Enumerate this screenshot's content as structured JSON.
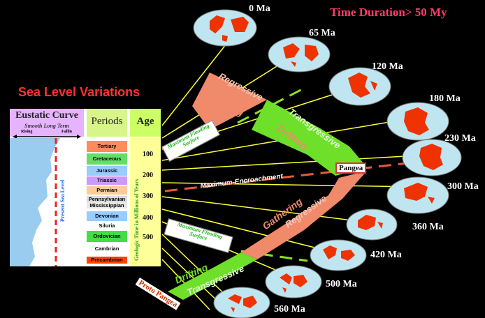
{
  "header": {
    "title": "Time Duration> 50 My"
  },
  "sea_level": {
    "title": "Sea Level Variations"
  },
  "eustatic": {
    "title": "Eustatic Curve",
    "subtitle": "Smooth Long Term",
    "rising": "Rising",
    "falling": "Fallin",
    "axis_label": "Present Sea Level"
  },
  "periods": {
    "title": "Periods",
    "items": [
      {
        "name": "Tertiary",
        "color": "#ff8c5a"
      },
      {
        "name": "Cretaceous",
        "color": "#66dd66"
      },
      {
        "name": "Jurassic",
        "color": "#99ccff"
      },
      {
        "name": "Triassic",
        "color": "#cc99ff"
      },
      {
        "name": "Permian",
        "color": "#ffcc99"
      },
      {
        "name": "Pennsylvanian",
        "color": "#dddddd"
      },
      {
        "name": "Mississippian",
        "color": "#e8e8e8"
      },
      {
        "name": "Devonian",
        "color": "#99ccff"
      },
      {
        "name": "Siluria",
        "color": "#ffffff"
      },
      {
        "name": "Ordovician",
        "color": "#44dd44"
      },
      {
        "name": "Cambrian",
        "color": "#ffffff"
      },
      {
        "name": "Precambrian",
        "color": "#ff4400"
      }
    ]
  },
  "age": {
    "title": "Age",
    "axis_label": "Geologic Time in Millions of Years",
    "values": [
      "100",
      "200",
      "300",
      "400",
      "500"
    ]
  },
  "paleomaps": [
    "0 Ma",
    "65 Ma",
    "120 Ma",
    "180 Ma",
    "230 Ma",
    "300 Ma",
    "360 Ma",
    "420 Ma",
    "500 Ma",
    "560 Ma"
  ],
  "cycle": {
    "regressive": "Regressive",
    "transgressive": "Transgressive",
    "gathering": "Gathering",
    "drifting": "Drifting",
    "max_encroachment": "Maximum-Encroachment",
    "max_flooding": "Maximum Flooding Surface",
    "pangea": "Pangea",
    "proto_pangea": "Proto Pangea"
  },
  "colors": {
    "regressive": "#f08a6a",
    "transgressive": "#5ed62a",
    "title_red": "#ff3b6b"
  }
}
